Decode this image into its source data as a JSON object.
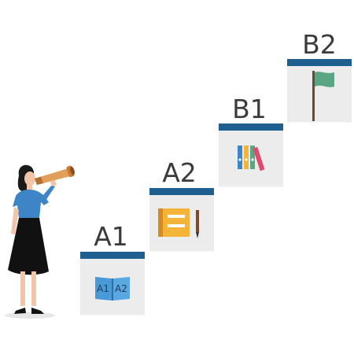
{
  "levels": [
    {
      "label": "A1",
      "icon": "open-book-icon",
      "book_left_text": "A1",
      "book_right_text": "A2"
    },
    {
      "label": "A2",
      "icon": "notebook-and-pencil-icon"
    },
    {
      "label": "B1",
      "icon": "binders-icon"
    },
    {
      "label": "B2",
      "icon": "flag-icon"
    }
  ],
  "colors": {
    "card_bar": "#1f5f8f",
    "card_body": "#ececec",
    "label_text": "#3b3b3b",
    "book": "#4a9ad8",
    "notebook": "#f4b43a",
    "flag": "#5aa584",
    "shirt": "#3d85c6",
    "skirt": "#111111",
    "telescope": "#e0a05a"
  },
  "illustration": {
    "figure": "woman-with-telescope"
  }
}
